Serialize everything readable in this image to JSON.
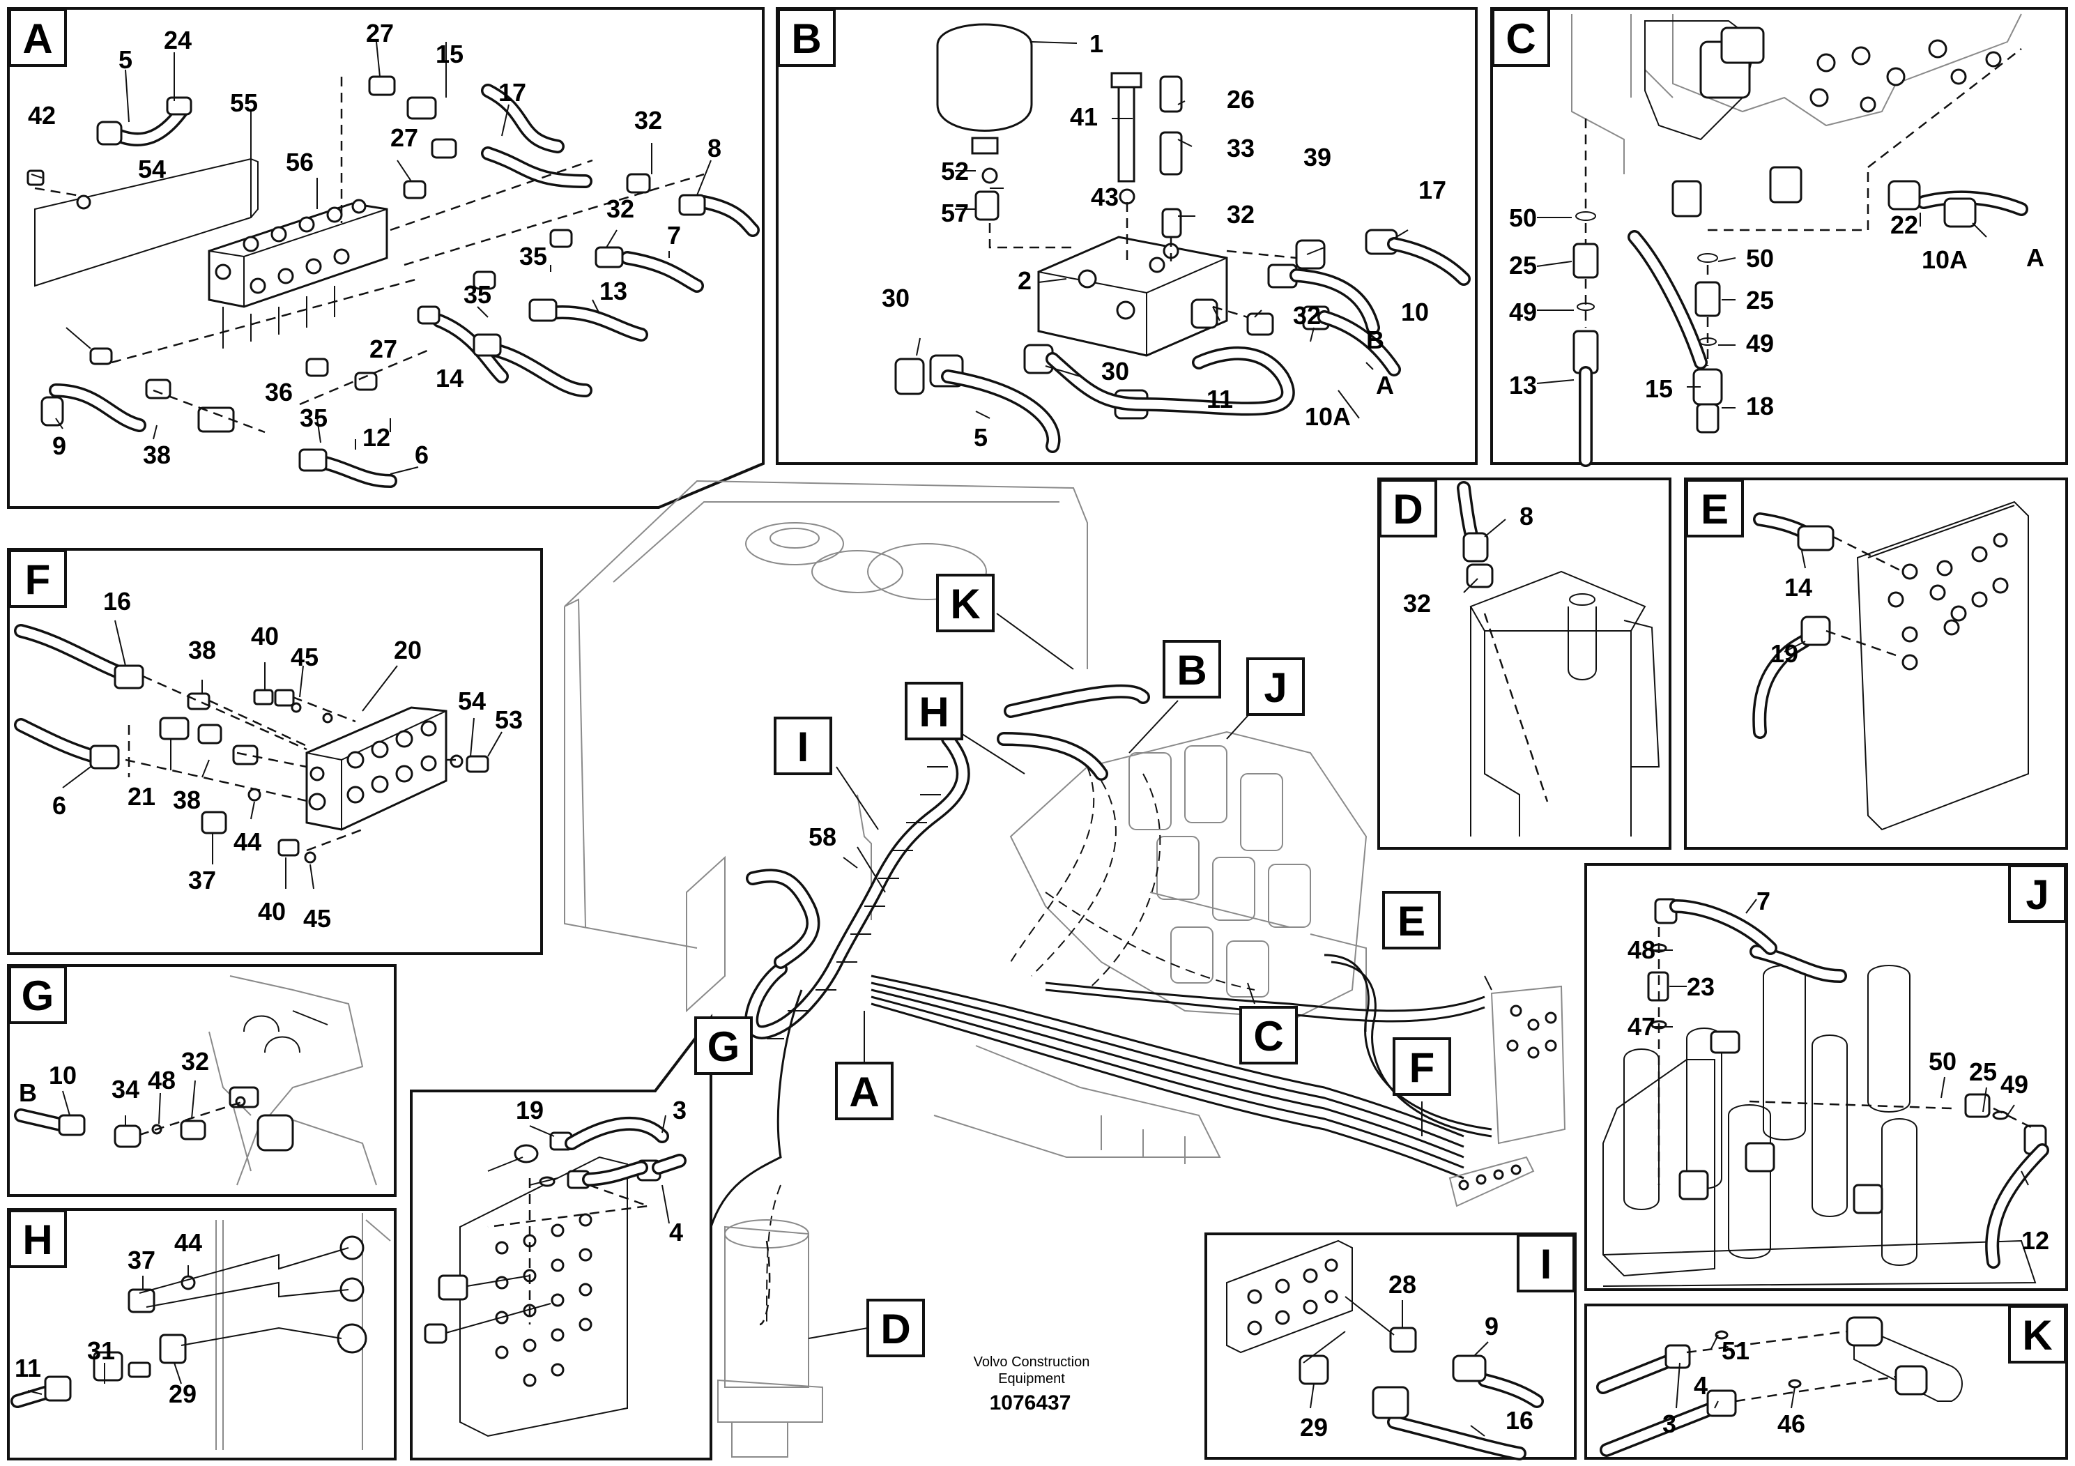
{
  "brand": "Volvo Construction Equipment",
  "brand_line1": "Volvo Construction",
  "brand_line2": "Equipment",
  "document_number": "1076437",
  "detail_views": [
    {
      "letter": "A",
      "parts": [
        "42",
        "5",
        "24",
        "54",
        "55",
        "56",
        "27",
        "15",
        "17",
        "27",
        "32",
        "8",
        "32",
        "7",
        "35",
        "13",
        "35",
        "27",
        "14",
        "9",
        "38",
        "36",
        "35",
        "12",
        "6"
      ]
    },
    {
      "letter": "B",
      "parts": [
        "1",
        "41",
        "26",
        "33",
        "52",
        "43",
        "57",
        "32",
        "39",
        "17",
        "2",
        "30",
        "30",
        "32",
        "10",
        "11",
        "10A",
        "5"
      ],
      "port_labels": [
        "B",
        "A"
      ]
    },
    {
      "letter": "C",
      "parts": [
        "50",
        "25",
        "49",
        "13",
        "15",
        "50",
        "25",
        "49",
        "18",
        "22",
        "10A"
      ],
      "port_labels": [
        "A"
      ]
    },
    {
      "letter": "D",
      "parts": [
        "8",
        "32"
      ]
    },
    {
      "letter": "E",
      "parts": [
        "14",
        "19"
      ]
    },
    {
      "letter": "F",
      "parts": [
        "16",
        "38",
        "40",
        "45",
        "20",
        "54",
        "53",
        "6",
        "21",
        "38",
        "44",
        "37",
        "40",
        "45"
      ]
    },
    {
      "letter": "G",
      "parts": [
        "10",
        "34",
        "48",
        "32"
      ],
      "port_labels": [
        "B"
      ]
    },
    {
      "letter": "H",
      "parts": [
        "37",
        "44",
        "11",
        "31",
        "29"
      ]
    },
    {
      "letter": "I",
      "parts": [
        "28",
        "9",
        "29",
        "16"
      ]
    },
    {
      "letter": "J",
      "parts": [
        "7",
        "48",
        "23",
        "47",
        "50",
        "25",
        "49",
        "12"
      ]
    },
    {
      "letter": "K",
      "parts": [
        "51",
        "3",
        "4",
        "46"
      ]
    },
    {
      "letter": "G-inset",
      "parts": [
        "19",
        "3",
        "4"
      ]
    }
  ],
  "overview": {
    "callouts": [
      "K",
      "B",
      "J",
      "H",
      "I",
      "E",
      "G",
      "A",
      "C",
      "F",
      "D"
    ],
    "parts": [
      "58"
    ]
  }
}
